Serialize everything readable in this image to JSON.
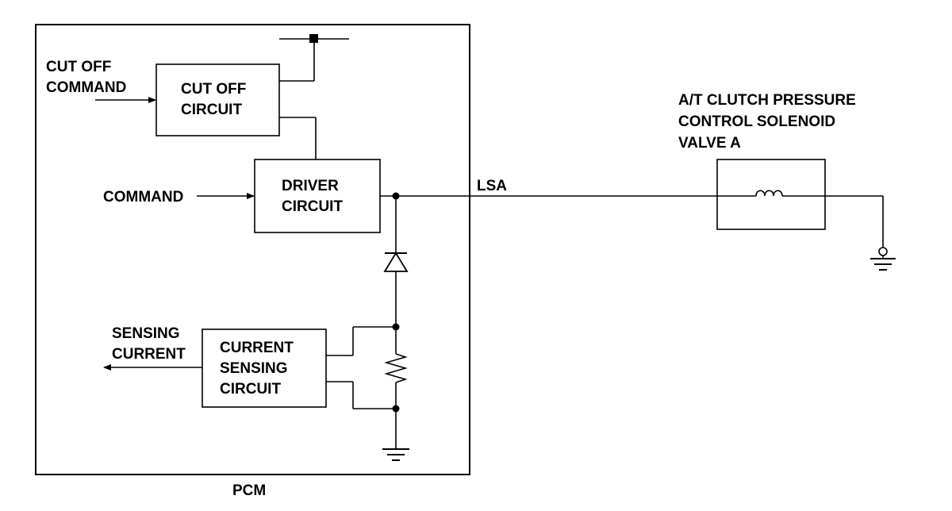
{
  "diagram": {
    "pcm_label": "PCM",
    "cut_off_command": [
      "CUT OFF",
      "COMMAND"
    ],
    "cut_off_circuit": [
      "CUT OFF",
      "CIRCUIT"
    ],
    "command": "COMMAND",
    "driver_circuit": [
      "DRIVER",
      "CIRCUIT"
    ],
    "sensing_current": [
      "SENSING",
      "CURRENT"
    ],
    "current_sensing_circuit": [
      "CURRENT",
      "SENSING",
      "CIRCUIT"
    ],
    "wire_label": "LSA",
    "solenoid_title": [
      "A/T CLUTCH PRESSURE",
      "CONTROL SOLENOID",
      "VALVE A"
    ]
  },
  "colors": {
    "line": "#000000",
    "background": "#ffffff"
  }
}
